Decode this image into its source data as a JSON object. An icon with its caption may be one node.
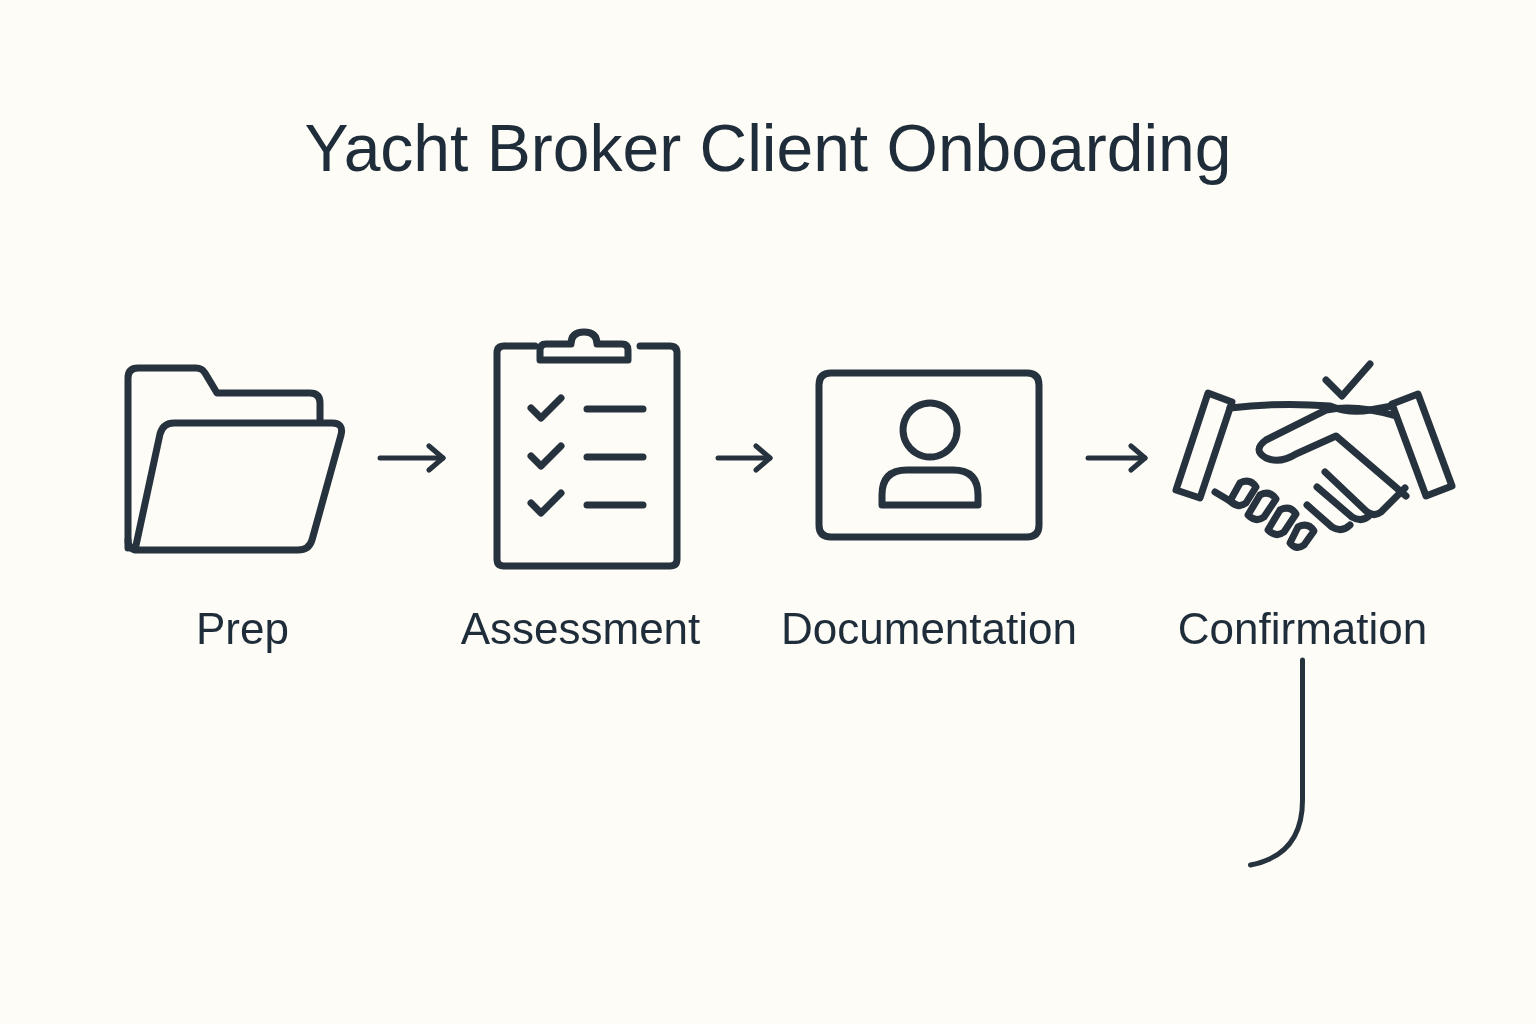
{
  "diagram": {
    "title": "Yacht Broker Client Onboarding",
    "nodes": [
      {
        "text": [
          "Prep"
        ]
      },
      {
        "text": [
          "Assessment"
        ]
      },
      {
        "text": [
          "Documentation"
        ]
      },
      {
        "text": [
          "Confirmation"
        ]
      }
    ],
    "edges": [
      {
        "from": 0,
        "to": 1,
        "arrow": "to"
      },
      {
        "from": 1,
        "to": 2,
        "arrow": "to"
      },
      {
        "from": 2,
        "to": 3,
        "arrow": "to"
      },
      {
        "from": 3,
        "to": null,
        "arrow": "none"
      }
    ]
  }
}
